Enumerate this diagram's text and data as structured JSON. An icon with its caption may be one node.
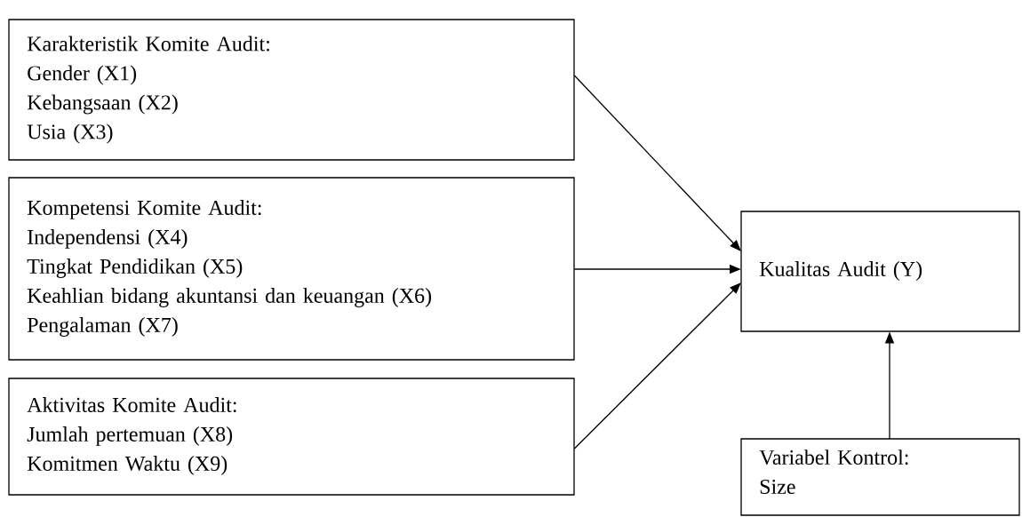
{
  "diagram": {
    "nodes": [
      {
        "text": [
          "Karakteristik Komite Audit:",
          "Gender (X1)",
          "Kebangsaan (X2)",
          "Usia (X3)"
        ]
      },
      {
        "text": [
          "Kompetensi Komite Audit:",
          "Independensi (X4)",
          "Tingkat Pendidikan (X5)",
          "Keahlian bidang akuntansi dan keuangan (X6)",
          "Pengalaman (X7)"
        ]
      },
      {
        "text": [
          "Aktivitas Komite Audit:",
          "Jumlah pertemuan (X8)",
          "Komitmen Waktu (X9)"
        ]
      },
      {
        "text": [
          "Kualitas Audit (Y)"
        ]
      },
      {
        "text": [
          "Variabel Kontrol:",
          "Size"
        ]
      }
    ],
    "edges": [
      {
        "from": 0,
        "to": 3,
        "arrow": "to"
      },
      {
        "from": 1,
        "to": 3,
        "arrow": "to"
      },
      {
        "from": 2,
        "to": 3,
        "arrow": "to"
      },
      {
        "from": 4,
        "to": 3,
        "arrow": "to"
      }
    ]
  }
}
